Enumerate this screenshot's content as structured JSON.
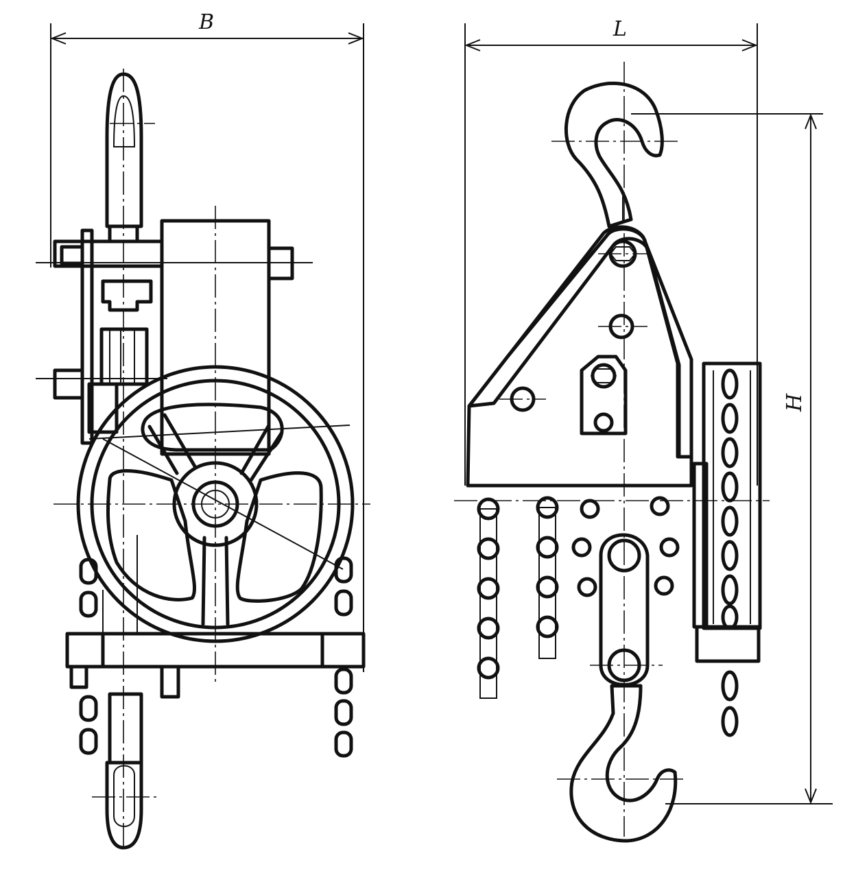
{
  "dimension_labels": {
    "width": "B",
    "length": "L",
    "height": "H"
  },
  "colors": {
    "ink": "#111111",
    "paper": "#ffffff"
  }
}
